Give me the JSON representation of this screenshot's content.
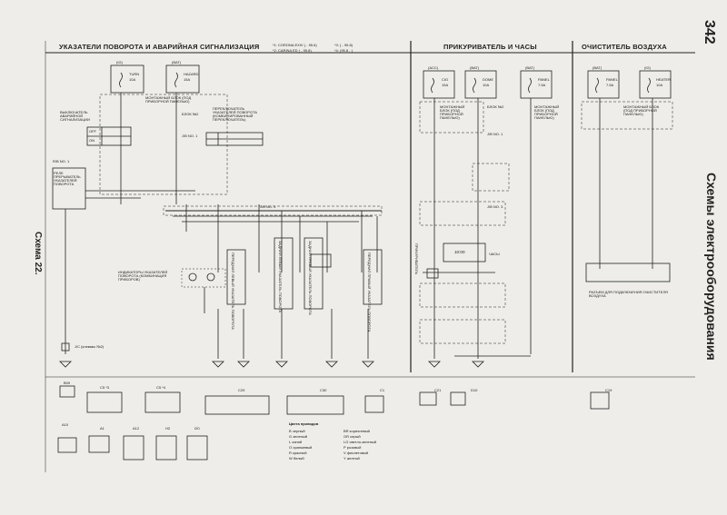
{
  "page_number": "342",
  "side_title": "Схемы электрооборудования",
  "scheme_label": "Схема 22.",
  "sections": {
    "left": {
      "title": "УКАЗАТЕЛИ ПОВОРОТА И АВАРИЙНАЯ СИГНАЛИЗАЦИЯ",
      "notes": [
        "*1: CORONA EXIV ( - 95.6)",
        "*2: CARINA ED ( - 95.8)",
        "*3: ( - 95.8)",
        "*4: (95.8 - )"
      ]
    },
    "middle": {
      "title": "ПРИКУРИВАТЕЛЬ И ЧАСЫ"
    },
    "right": {
      "title": "ОЧИСТИТЕЛЬ ВОЗДУХА"
    }
  },
  "fuses": [
    {
      "source": "(IG)",
      "name": "TURN",
      "rating": "10A"
    },
    {
      "source": "(BAT)",
      "name": "HAZARD",
      "rating": "15A"
    },
    {
      "source": "(ACC)",
      "name": "CIG",
      "rating": "15A"
    },
    {
      "source": "(BAT)",
      "name": "DOME",
      "rating": "10A"
    },
    {
      "source": "(BAT)",
      "name": "PANEL",
      "rating": "7.5A"
    },
    {
      "source": "(BAT)",
      "name": "PANEL",
      "rating": "7.5A"
    },
    {
      "source": "(IG)",
      "name": "HEATER",
      "rating": "10A"
    }
  ],
  "labels": {
    "mount_block_1": "МОНТАЖНЫЙ БЛОК (ПОД ПРИБОРНОЙ ПАНЕЛЬЮ)",
    "block_no2": "БЛОК №2",
    "hazard_switch": "ВЫКЛЮЧАТЕЛЬ АВАРИЙНОЙ СИГНАЛИЗАЦИИ",
    "turn_switch": "ПЕРЕКЛЮЧАТЕЛЬ УКАЗАТЕЛЕЙ ПОВОРОТА (КОМБИНИРОВАННЫЙ ПЕРЕКЛЮЧАТЕЛЬ)",
    "relay": "РЕЛЕ ПРЕРЫВАТЕЛЬ УКАЗАТЕЛЕЙ ПОВОРОТА",
    "relay_block": "R/B NO. 1",
    "indicators": "ИНДИКАТОРЫ УКАЗАТЕЛЕЙ ПОВОРОТА (КОМБИНАЦИЯ ПРИБОРОВ)",
    "jb_no3": "J/B NO. 3",
    "jb_no1": "J/B NO. 1",
    "j_connector": "J/C (клеммы №2)",
    "clock": "ЧАСЫ",
    "clock_display": "10:00",
    "lighter": "ПРИКУРИВАТЕЛЬ",
    "mount_block_2": "МОНТАЖНЫЙ БЛОК (ПОД ПРИБОРНОЙ ПАНЕЛЬЮ)",
    "mount_block_3": "МОНТАЖНЫЙ БЛОК (ПОД ПРИБОРНОЙ ПАНЕЛЬЮ)",
    "air_cleaner_conn": "РАЗЪЕМ ДЛЯ ПОДКЛЮЧЕНИЯ ОЧИСТИТЕЛЯ ВОЗДУХА",
    "front_left_lamp": "ПЕРЕДНИЙ ЛЕВЫЙ УКАЗАТЕЛЬ ПОВОРОТА",
    "rear_left_lamp": "ЗАДНИЙ ЛЕВЫЙ УКАЗАТЕЛЬ ПОВОРОТА",
    "rear_right_lamp": "ЗАДНИЙ ПРАВЫЙ УКАЗАТЕЛЬ ПОВОРОТА",
    "front_right_lamp": "ПЕРЕДНИЙ ПРАВЫЙ УКАЗАТЕЛЬ ПОВОРОТА",
    "off": "OFF",
    "on": "ON"
  },
  "connectors": [
    {
      "code": "B09"
    },
    {
      "code": "C5 *3"
    },
    {
      "code": "C5 *4"
    },
    {
      "code": "C29"
    },
    {
      "code": "C30"
    },
    {
      "code": "C1"
    },
    {
      "code": "A10"
    },
    {
      "code": "A1"
    },
    {
      "code": "A12"
    },
    {
      "code": "H2"
    },
    {
      "code": "I20"
    },
    {
      "code": "C21"
    },
    {
      "code": "D10"
    },
    {
      "code": "C19"
    }
  ],
  "wire_colors": {
    "title": "Цвета проводов",
    "items": [
      "B черный",
      "BR коричневый",
      "G зеленый",
      "GR серый",
      "L синий",
      "LG светло-зеленый",
      "O оранжевый",
      "P розовый",
      "R красный",
      "V фиолетовый",
      "W белый",
      "Y желтый"
    ]
  },
  "accent": "#1c1c1c"
}
